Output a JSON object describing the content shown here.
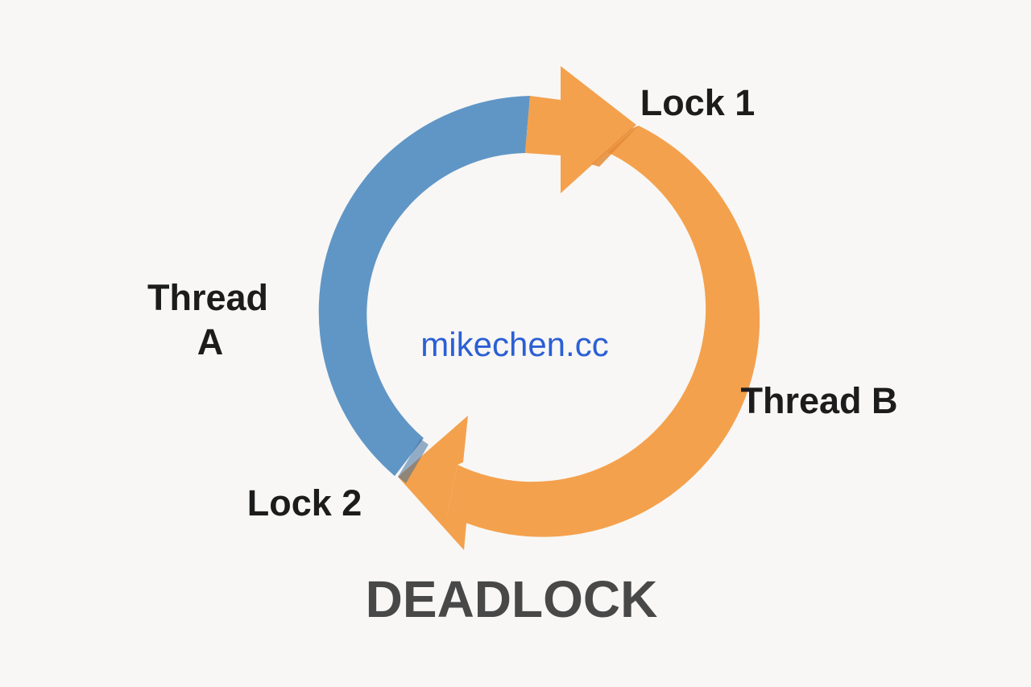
{
  "diagram": {
    "labels": {
      "thread_a_line1": "Thread",
      "thread_a_line2": "A",
      "thread_b": "Thread B",
      "lock_1": "Lock 1",
      "lock_2": "Lock 2"
    },
    "watermark": "mikechen.cc",
    "title": "DEADLOCK",
    "colors": {
      "background": "#f8f7f5",
      "thread_a_arc": "#6096c6",
      "thread_b_arc": "#f4a14d",
      "arrow_seam": "#e58a33",
      "watermark": "#2b5fd4",
      "label_text": "#1c1c1c",
      "title_text": "#484848"
    }
  }
}
